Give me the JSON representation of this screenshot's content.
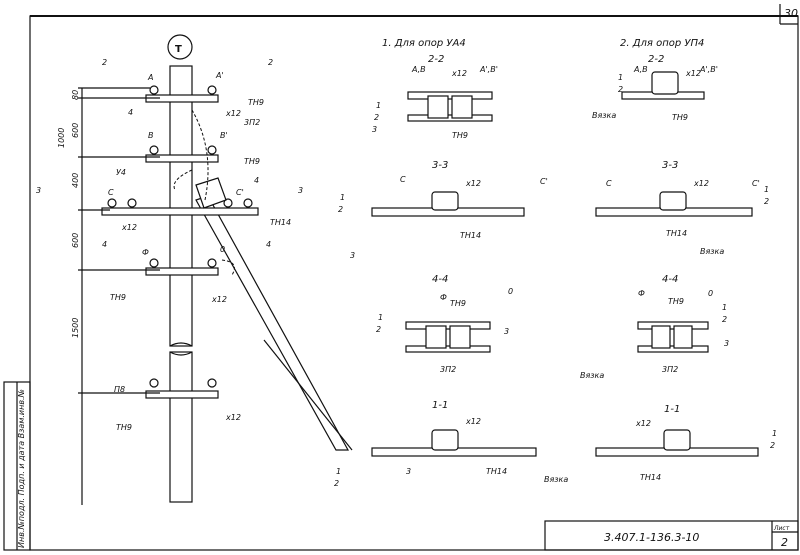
{
  "sheet": {
    "page_number": "30",
    "sheet_label": "Лист",
    "sheet_number": "2",
    "doc_code": "3.407.1-136.3-10",
    "side_stamp": "Инв.№подл. Подп. и дата Взам.инв.№"
  },
  "pole": {
    "circle_mark": "T",
    "labels": {
      "cut2_left": "2",
      "cut2_right": "2",
      "cut3_left": "3",
      "cut3_right": "3",
      "cut4_left": "4",
      "cut4_right": "4",
      "A": "A",
      "A1": "A'",
      "B": "B",
      "B1": "B'",
      "C": "C",
      "C1": "C'",
      "D": "0",
      "F": "Ф",
      "n4a": "4",
      "n4b": "4",
      "x12a": "x12",
      "x12b": "x12",
      "x12c": "x12",
      "x12d": "x12",
      "TH9a": "TH9",
      "TH9b": "TH9",
      "TH9c": "TH9",
      "TH9d": "TH9",
      "TH14": "TH14",
      "ZP2": "3П2",
      "U4": "У4",
      "P8": "П8"
    },
    "dims": {
      "d80": "80",
      "d600a": "600",
      "d1000": "1000",
      "d400": "400",
      "d600b": "600",
      "d1500": "1500"
    }
  },
  "details": {
    "heading_ua4": "1. Для опор УА4",
    "heading_up4": "2. Для опор УП4",
    "sec_2_2": "2-2",
    "sec_3_3": "3-3",
    "sec_4_4": "4-4",
    "sec_1_1": "1-1",
    "labels": {
      "AB": "A,B",
      "A1B1": "A',B'",
      "x12": "x12",
      "TH9": "TH9",
      "TH14": "TH14",
      "C": "C",
      "C1": "C'",
      "F": "Ф",
      "D": "0",
      "ZP2": "3П2",
      "one": "1",
      "two": "2",
      "three": "3",
      "vyazka": "Вязка"
    }
  }
}
